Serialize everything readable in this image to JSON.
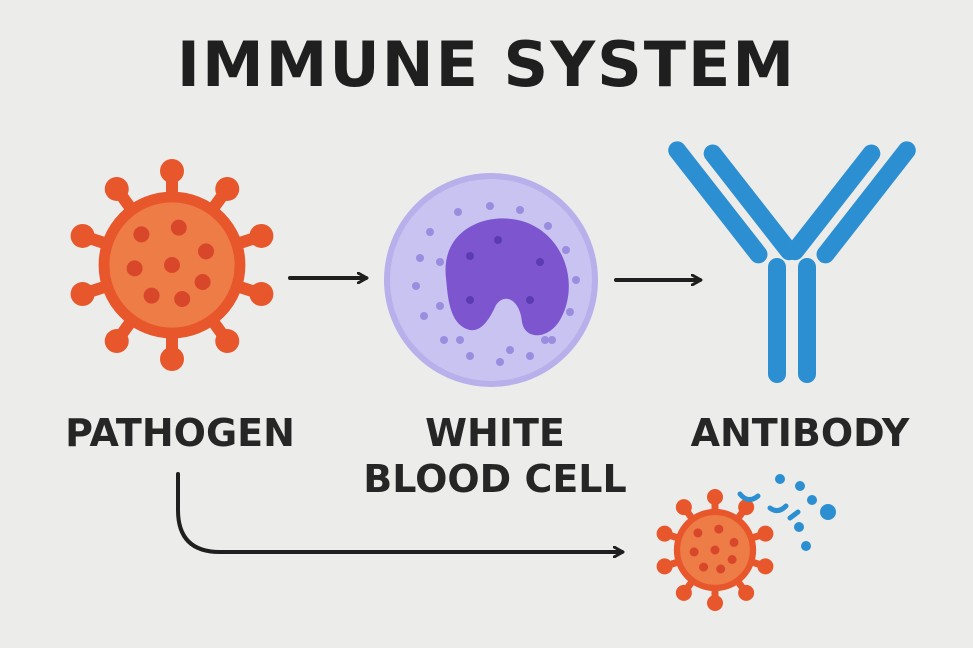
{
  "title": "IMMUNE SYSTEM",
  "labels": {
    "pathogen": "PATHOGEN",
    "wbc_line1": "WHITE",
    "wbc_line2": "BLOOD CELL",
    "antibody": "ANTIBODY"
  },
  "colors": {
    "background": "#ececea",
    "pathogen": "#e8562b",
    "pathogen_body": "#ee7c46",
    "pathogen_spot": "#d9472a",
    "wbc_membrane": "#c8c3f0",
    "wbc_nucleus": "#7d55cf",
    "antibody": "#2c8fd1",
    "arrow": "#1f1f1f"
  },
  "icons": [
    "pathogen-icon",
    "white-blood-cell-icon",
    "antibody-icon",
    "destroyed-pathogen-icon",
    "antibody-fragments-icon"
  ]
}
